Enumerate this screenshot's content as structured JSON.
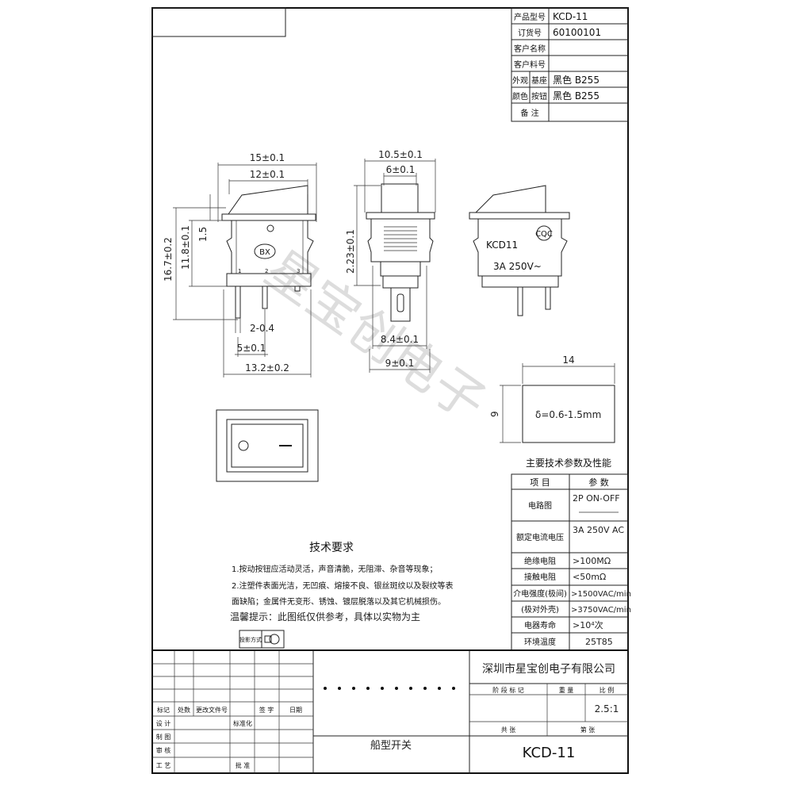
{
  "info_table": {
    "rows": [
      {
        "label": "产品型号",
        "value": "KCD-11"
      },
      {
        "label": "订货号",
        "value": "60100101"
      },
      {
        "label": "客户名称",
        "value": ""
      },
      {
        "label": "客户料号",
        "value": ""
      },
      {
        "label": "外观",
        "sub": "基座",
        "value": "黑色 B255"
      },
      {
        "label": "颜色",
        "sub": "按钮",
        "value": "黑色 B255"
      },
      {
        "label": "备  注",
        "value": ""
      }
    ]
  },
  "dimensions": {
    "front_width": "15±0.1",
    "front_inner": "12±0.1",
    "front_height": "16.7±0.2",
    "front_body": "11.8±0.1",
    "front_step": "1.5",
    "pin_width": "2-0.4",
    "pin_pitch": "5±0.1",
    "base_width": "13.2±0.2",
    "side_width": "10.5±0.1",
    "side_button": "6±0.1",
    "side_height": "2.23±0.1",
    "side_inner": "8.4±0.1",
    "side_base": "9±0.1",
    "cutout_w": "14",
    "cutout_h": "9",
    "cutout_thickness": "δ=0.6-1.5mm"
  },
  "labels": {
    "bx": "BX",
    "pin1": "1",
    "pin2": "2",
    "pin3": "3",
    "model_mark": "KCD11",
    "cert": "CQC",
    "rating_mark": "3A 250V~",
    "watermark": "星宝创电子"
  },
  "tech_requirements": {
    "title": "技术要求",
    "lines": [
      "1.按动按钮应活动灵活，声音清脆，无阻滞、杂音等现象；",
      "2.注塑件表面光洁，无凹痕、熔接不良、银丝斑纹以及裂纹等表",
      "面缺陷；金属件无变形、锈蚀、镀层脱落以及其它机械损伤。"
    ],
    "note": "温馨提示：此图纸仅供参考，具体以实物为主"
  },
  "spec_table": {
    "title": "主要技术参数及性能",
    "header": [
      "项  目",
      "参  数"
    ],
    "rows": [
      {
        "item": "电路图",
        "value": "2P ON-OFF"
      },
      {
        "item": "额定电流电压",
        "value": "3A 250V AC"
      },
      {
        "item": "绝缘电阻",
        "value": ">100MΩ"
      },
      {
        "item": "接触电阻",
        "value": "<50mΩ"
      },
      {
        "item": "介电强度(极间)",
        "value": ">1500VAC/min"
      },
      {
        "item": "(极对外壳)",
        "value": ">3750VAC/min"
      },
      {
        "item": "电器寿命",
        "value": ">10⁴次"
      },
      {
        "item": "环境温度",
        "value": "25T85"
      }
    ]
  },
  "title_block": {
    "company": "深圳市星宝创电子有限公司",
    "product_name": "船型开关",
    "drawing_no": "KCD-11",
    "scale_label": "比  例",
    "scale": "2.5:1",
    "stage_label": "阶 段 标 记",
    "weight_label": "重  量",
    "sheets_label": "共    张",
    "sheet_label": "第    张",
    "left_labels": [
      "标记",
      "处数",
      "更改文件号",
      "签 字",
      "日期"
    ],
    "role_labels": [
      "设 计",
      "制 图",
      "审 核",
      "工 艺"
    ],
    "std_label": "标准化",
    "approve_label": "批 准",
    "projection_label": "投影方式"
  }
}
